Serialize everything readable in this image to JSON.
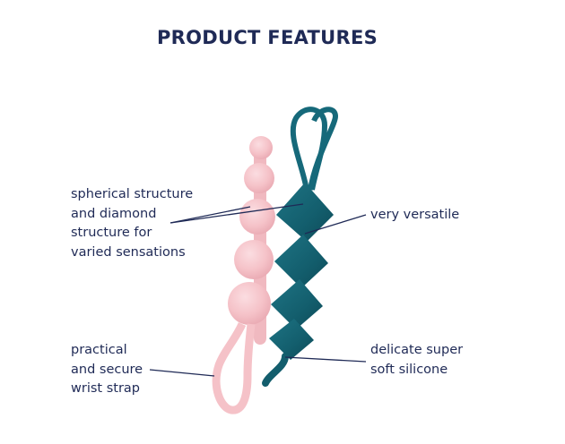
{
  "title": "PRODUCT FEATURES",
  "features": {
    "structure": [
      "spherical structure",
      "and diamond",
      "structure for",
      "varied sensations"
    ],
    "strap": [
      "practical",
      "and secure",
      "wrist strap"
    ],
    "versatile": [
      "very versatile"
    ],
    "silicone": [
      "delicate super",
      "soft silicone"
    ]
  },
  "colors": {
    "heading": "#1f2a56",
    "pink_beads": "#f5c2c8",
    "teal_beads": "#135e6d",
    "leader_lines": "#1f2a56"
  }
}
